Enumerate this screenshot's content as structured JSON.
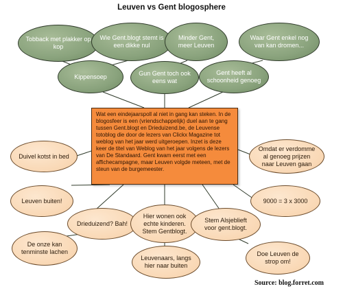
{
  "title": "Leuven vs Gent blogosphere",
  "center_text": "Wat een eindejaarspoll al niet in gang kan steken. In de blogosfeer is een (vriendschappelijk) duel aan te gang tussen Gent.blogt en Drieduizend.be, de Leuvense totoblog die door de lezers van Clickx Magazine tot weblog van het jaar werd uitgeroepen. Inzet is deze keer de titel van Weblog van het jaar volgens de lezers van De Standaard. Gent kwam eerst met een affichecampagne, maar Leuven volgde meteen, met de steun van de burgemeester.",
  "green_nodes": {
    "g1": "Tobback met plakker op kop",
    "g2": "Wie Gent.blogt stemt is een dikke nul",
    "g3": "Minder Gent, meer Leuven",
    "g4": "Waar Gent enkel nog van kan dromen...",
    "g5": "Kippensoep",
    "g6": "Gun Gent toch ook eens wat",
    "g7": "Gent heeft al schoonheid genoeg"
  },
  "peach_nodes": {
    "p1": "Duivel kotst in bed",
    "p2": "Omdat er verdomme al genoeg prijzen naar Leuven gaan",
    "p3": "Leuven buiten!",
    "p4": "9000 = 3 x 3000",
    "p5": "Drieduizend? Bah!",
    "p6": "Hier wonen ook echte kinderen. Stem Gentblogt.",
    "p7": "Stem Alsjeblieft voor gent.blogt.",
    "p8": "De onze kan tenminste lachen",
    "p9": "Leuvenaars, langs hier naar buiten",
    "p10": "Doe Leuven de strop om!"
  },
  "source": "Source: blog.forret.com",
  "colors": {
    "green_fill": "#8aa37d",
    "peach_fill": "#f9d8b5",
    "center_fill": "#f58b3c",
    "edge": "#2f3a2a"
  }
}
